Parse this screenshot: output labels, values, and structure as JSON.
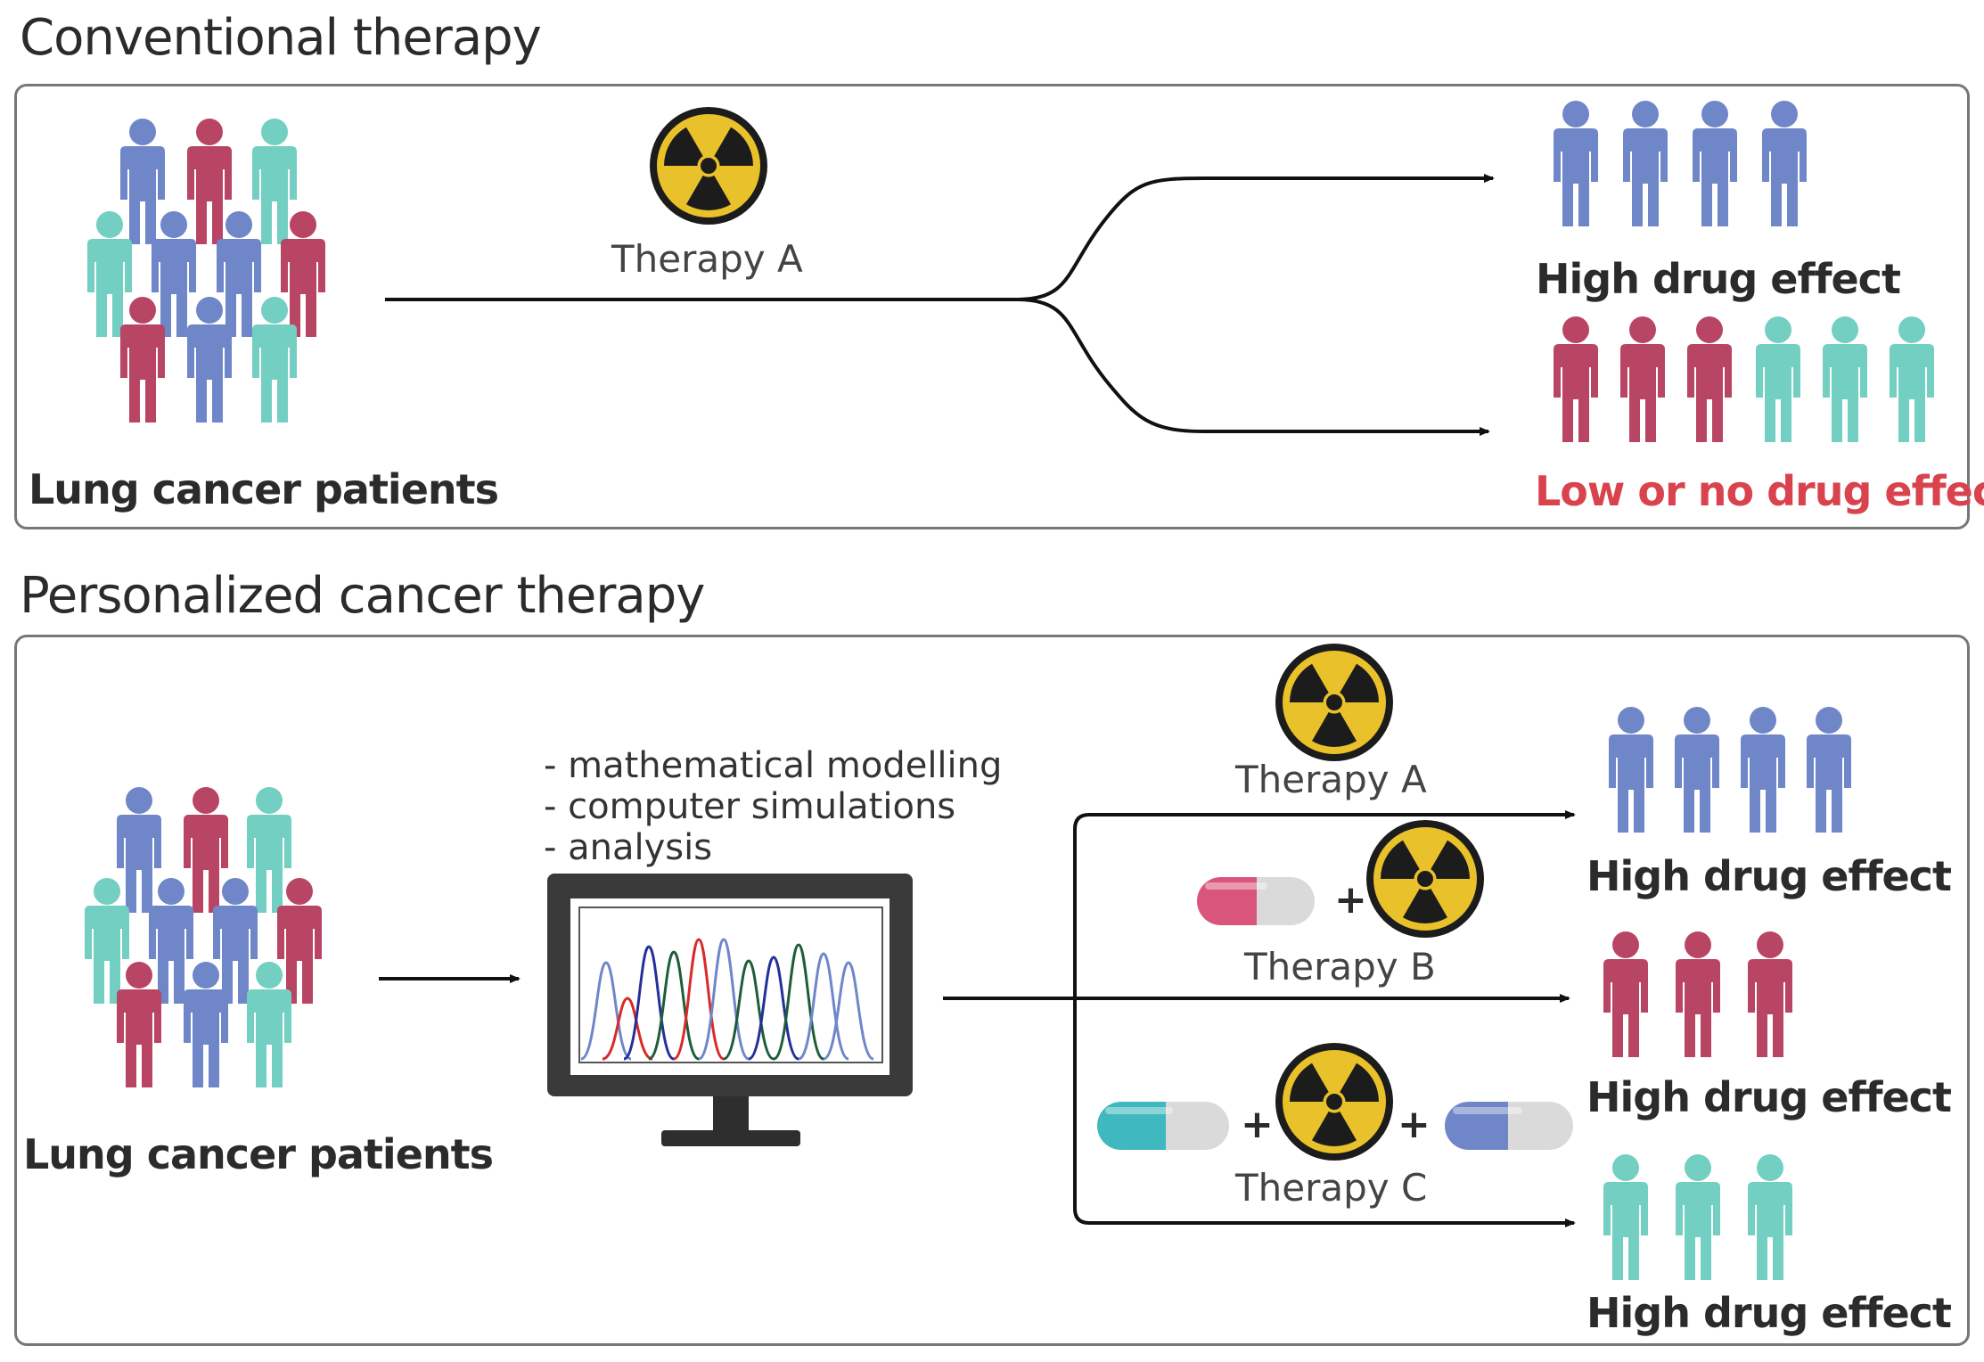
{
  "colors": {
    "blue": "#6f86c9",
    "red": "#b94565",
    "teal": "#72cfc2",
    "hazard_yellow": "#e9c12a",
    "red_text": "#d9434e"
  },
  "icons": [
    "radiation-hazard-icon",
    "person-icon",
    "capsule-icon",
    "computer-monitor-icon"
  ],
  "conventional": {
    "title": "Conventional therapy",
    "patients_label": "Lung cancer patients",
    "therapy_label": "Therapy A",
    "outcome_high": "High drug effect",
    "outcome_low": "Low or no drug effect"
  },
  "personalized": {
    "title": "Personalized cancer therapy",
    "patients_label": "Lung cancer patients",
    "methods": [
      "- mathematical modelling",
      "- computer simulations",
      "- analysis"
    ],
    "therapy_a": "Therapy A",
    "therapy_b": "Therapy B",
    "therapy_c": "Therapy C",
    "outcome_a": "High drug effect",
    "outcome_b": "High drug effect",
    "outcome_c": "High drug effect",
    "plus": "+"
  }
}
